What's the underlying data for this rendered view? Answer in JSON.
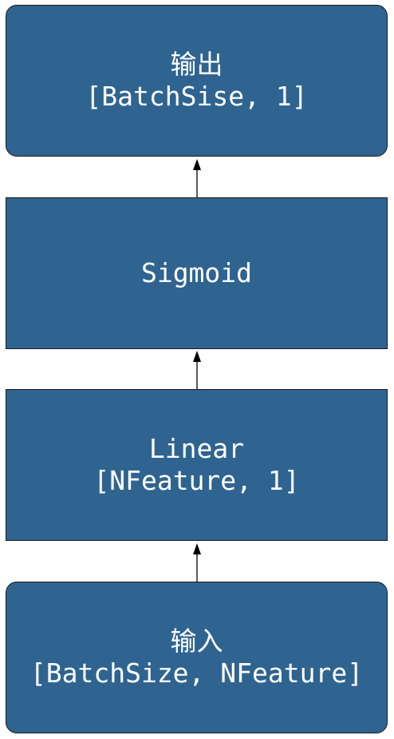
{
  "nodes": {
    "output": {
      "title": "输出",
      "shape": "[BatchSise, 1]"
    },
    "sigmoid": {
      "title": "Sigmoid"
    },
    "linear": {
      "title": "Linear",
      "shape": "[NFeature, 1]"
    },
    "input": {
      "title": "输入",
      "shape": "[BatchSize, NFeature]"
    }
  },
  "colors": {
    "node_fill": "#2f6490",
    "node_border": "#1a1a1a",
    "text": "#ffffff",
    "edge": "#000000"
  }
}
